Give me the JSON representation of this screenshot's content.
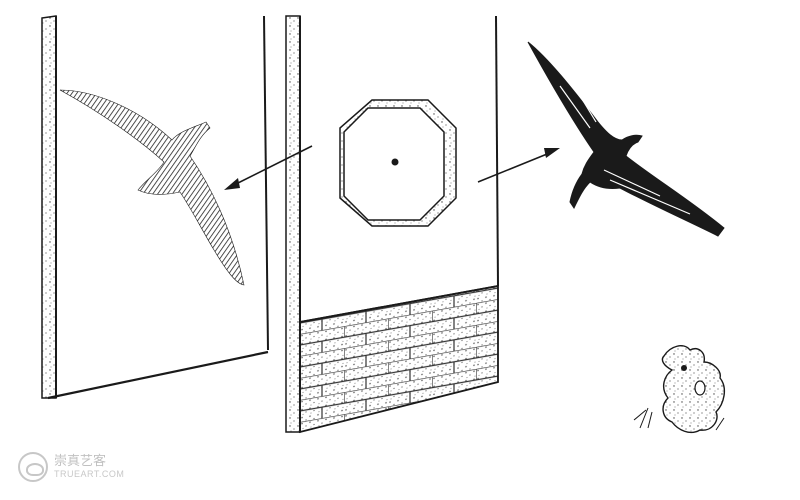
{
  "watermark": {
    "brand_cn": "崇真艺客",
    "brand_en": "TRUEART.COM"
  },
  "colors": {
    "ink": "#1a1a1a",
    "paper": "#ffffff",
    "brick_line": "#333333"
  },
  "figure": {
    "elements": [
      "painted-bird-wall",
      "octagonal-window-wall",
      "brick-base",
      "live-bird",
      "garden-rock"
    ]
  }
}
